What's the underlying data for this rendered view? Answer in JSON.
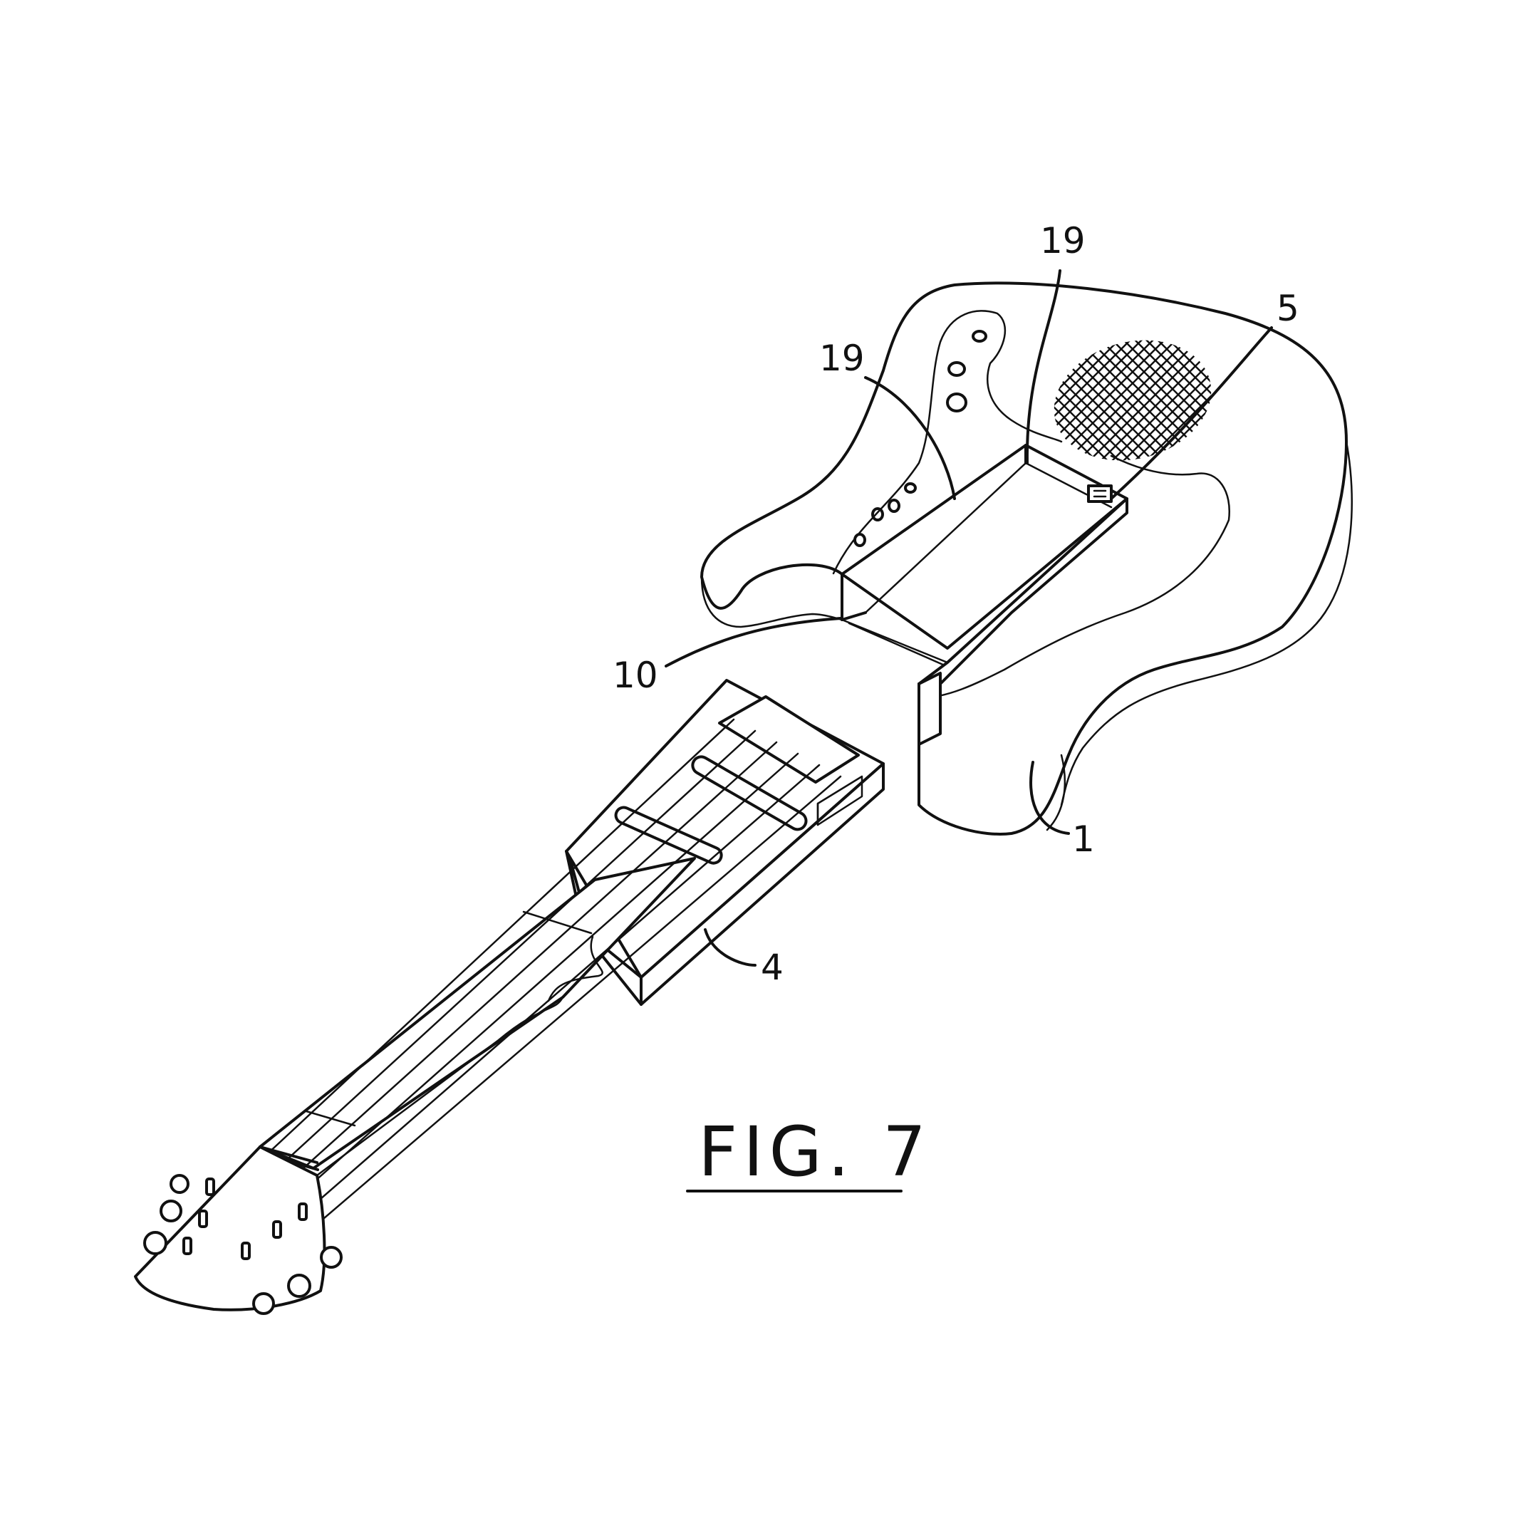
{
  "figure": {
    "caption": "FIG. 7",
    "labels": {
      "ref_19_top": "19",
      "ref_19_left": "19",
      "ref_5": "5",
      "ref_10": "10",
      "ref_1": "1",
      "ref_4": "4"
    }
  },
  "colors": {
    "ink": "#111111",
    "paper": "#ffffff"
  }
}
